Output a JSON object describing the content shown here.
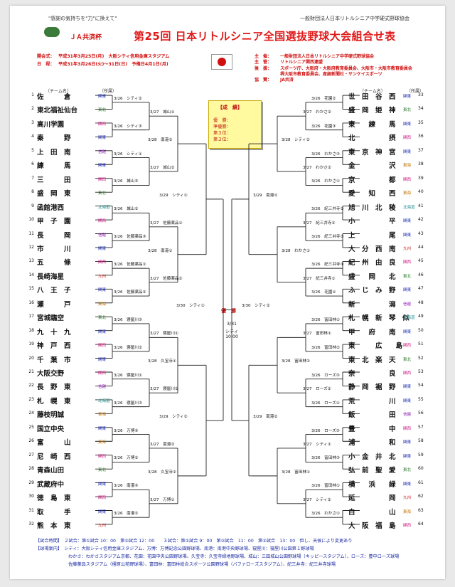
{
  "header": {
    "slogan": "\"感謝の気持ちを\"力\"に換えて\"",
    "org_top": "一般財団法人日本リトルシニア中学硬式野球協会",
    "sponsor_title": "ＪＡ共済杯",
    "main_title": "第25回 日本リトルシニア全国選抜野球大会組合せ表",
    "opening_label": "開会式：",
    "opening": "平成31年3月25日(月)　大阪シティ信用金庫スタジアム",
    "dates_label": "日　程：",
    "dates": "平成31年3月26日(火)～31日(日)　予備日4月1日(月)",
    "organizers": [
      {
        "label": "主　催：",
        "value": "一般財団法人日本リトルシニア中学硬式野球協会"
      },
      {
        "label": "主　管：",
        "value": "リトルシニア関西連盟"
      },
      {
        "label": "後　援：",
        "value": "スポーツ庁、大阪府・大阪府教育委員会、大阪市・大阪市教育委員会"
      },
      {
        "label": "",
        "value": "堺大阪市教育委員会、産経新聞社・サンケイスポーツ"
      },
      {
        "label": "協　賛：",
        "value": "JA共済"
      }
    ]
  },
  "columns": {
    "team_header": "（チーム名）",
    "region_header": "（所属）"
  },
  "result_box": {
    "title": "【成　績】",
    "lines": [
      "優　勝：",
      "準優勝：",
      "第３位：",
      "第３位："
    ]
  },
  "final": {
    "champion_label": "優　勝",
    "date": "3/31",
    "venue": "シティ",
    "time": "10:00"
  },
  "left_teams": [
    {
      "no": "1",
      "name": "佐　　　倉",
      "region": "関東"
    },
    {
      "no": "2",
      "name": "東北福祉仙台",
      "region": "東北"
    },
    {
      "no": "3",
      "name": "高川学園",
      "region": "関西"
    },
    {
      "no": "4",
      "name": "秦　　　野",
      "region": "関東"
    },
    {
      "no": "5",
      "name": "上　田　南",
      "region": "信越"
    },
    {
      "no": "6",
      "name": "練　　　馬",
      "region": "関東"
    },
    {
      "no": "7",
      "name": "三　　　田",
      "region": "関西"
    },
    {
      "no": "8",
      "name": "盛　岡　東",
      "region": "東北"
    },
    {
      "no": "9",
      "name": "函館港西",
      "region": "北海道"
    },
    {
      "no": "10",
      "name": "甲　子　園",
      "region": "関西"
    },
    {
      "no": "11",
      "name": "長　　　岡",
      "region": "信越"
    },
    {
      "no": "12",
      "name": "市　　　川",
      "region": "関東"
    },
    {
      "no": "13",
      "name": "五　　　條",
      "region": "関西"
    },
    {
      "no": "14",
      "name": "長崎海星",
      "region": "九州"
    },
    {
      "no": "15",
      "name": "八　王　子",
      "region": "関東"
    },
    {
      "no": "16",
      "name": "瀬　　　戸",
      "region": "東海"
    },
    {
      "no": "17",
      "name": "宮城臨空",
      "region": "東北"
    },
    {
      "no": "18",
      "name": "九　十　九",
      "region": "関東"
    },
    {
      "no": "19",
      "name": "神　戸　西",
      "region": "関西"
    },
    {
      "no": "20",
      "name": "千　葉　市",
      "region": "関東"
    },
    {
      "no": "21",
      "name": "大阪交野",
      "region": "関西"
    },
    {
      "no": "22",
      "name": "長　野　東",
      "region": "信越"
    },
    {
      "no": "23",
      "name": "札　幌　東",
      "region": "北海道"
    },
    {
      "no": "24",
      "name": "藤枝明誠",
      "region": "東海"
    },
    {
      "no": "25",
      "name": "国立中央",
      "region": "関東"
    },
    {
      "no": "26",
      "name": "富　　　山",
      "region": "東海"
    },
    {
      "no": "27",
      "name": "尼　崎　西",
      "region": "関西"
    },
    {
      "no": "28",
      "name": "青森山田",
      "region": "東北"
    },
    {
      "no": "29",
      "name": "武蔵府中",
      "region": "関東"
    },
    {
      "no": "30",
      "name": "徳　島　東",
      "region": "関西"
    },
    {
      "no": "31",
      "name": "取　　　手",
      "region": "関東"
    },
    {
      "no": "32",
      "name": "熊　本　東",
      "region": "九州"
    }
  ],
  "right_teams": [
    {
      "no": "33",
      "name": "世　田　谷　西",
      "region": "関東"
    },
    {
      "no": "34",
      "name": "盛　岡　姫　神",
      "region": "東北"
    },
    {
      "no": "35",
      "name": "東　　練　　馬",
      "region": "関東"
    },
    {
      "no": "36",
      "name": "北　　　　　摂",
      "region": "関西"
    },
    {
      "no": "37",
      "name": "東　京　神　宮",
      "region": "関東"
    },
    {
      "no": "38",
      "name": "金　　　　　沢",
      "region": "東海"
    },
    {
      "no": "39",
      "name": "京　　　　　都",
      "region": "関西"
    },
    {
      "no": "40",
      "name": "愛　　知　　西",
      "region": "東海"
    },
    {
      "no": "41",
      "name": "旭　川　北　稜",
      "region": "北海道"
    },
    {
      "no": "42",
      "name": "小　　　　　平",
      "region": "関東"
    },
    {
      "no": "43",
      "name": "上　　　　　尾",
      "region": "関東"
    },
    {
      "no": "44",
      "name": "大　分　西　南",
      "region": "九州"
    },
    {
      "no": "45",
      "name": "紀　州　由　良",
      "region": "関西"
    },
    {
      "no": "46",
      "name": "盛　　岡　　北",
      "region": "東北"
    },
    {
      "no": "47",
      "name": "ふ　じ　み　野",
      "region": "関東"
    },
    {
      "no": "48",
      "name": "新　　　　　潟",
      "region": "信越"
    },
    {
      "no": "49",
      "name": "札　幌　新　琴　似",
      "region": "北海道"
    },
    {
      "no": "50",
      "name": "甲　　府　　南",
      "region": "関東"
    },
    {
      "no": "51",
      "name": "東　　　広　　島",
      "region": "関西"
    },
    {
      "no": "52",
      "name": "東　北　楽　天",
      "region": "東北"
    },
    {
      "no": "53",
      "name": "奈　　　　　良",
      "region": "関西"
    },
    {
      "no": "54",
      "name": "静　岡　裾　野",
      "region": "関東"
    },
    {
      "no": "55",
      "name": "荒　　　　　川",
      "region": "関東"
    },
    {
      "no": "56",
      "name": "飯　　　　　田",
      "region": "信越"
    },
    {
      "no": "57",
      "name": "豊　　　　　中",
      "region": "関西"
    },
    {
      "no": "58",
      "name": "浦　　　　　和",
      "region": "関東"
    },
    {
      "no": "59",
      "name": "小　金　井　北",
      "region": "関東"
    },
    {
      "no": "60",
      "name": "弘　前　聖　愛",
      "region": "東北"
    },
    {
      "no": "61",
      "name": "横　　浜　　緑",
      "region": "関東"
    },
    {
      "no": "62",
      "name": "延　　　　　岡",
      "region": "九州"
    },
    {
      "no": "63",
      "name": "白　　　　　山",
      "region": "東海"
    },
    {
      "no": "64",
      "name": "大　阪　福　島",
      "region": "関西"
    }
  ],
  "left_r1": [
    "3/26　シティ②",
    "3/26　シティ③",
    "3/26　シティ①",
    "3/26　城山③",
    "3/26　城山②",
    "3/26　佐藤薬品③",
    "3/26　佐藤薬品①",
    "3/26　佐藤薬品②",
    "3/26　寝屋川③",
    "3/26　寝屋川②",
    "3/26　寝屋川①",
    "3/26　寝屋川③",
    "3/26　万博③",
    "3/26　万博②",
    "3/26　南港③",
    "3/26　南港②"
  ],
  "left_r2": [
    "3/27　城山①",
    "3/27　城山②",
    "3/27　佐藤薬品①",
    "3/27　佐藤薬品②",
    "3/27　寝屋川①",
    "3/27　寝屋川②",
    "3/27　南港②",
    "3/27　万博①"
  ],
  "left_r3": [
    "3/28　南港②",
    "3/28　南港①",
    "3/28　久宝寺①",
    "3/28　久宝寺②"
  ],
  "left_r4": [
    "3/29　シティ①",
    "3/29　シティ②"
  ],
  "left_r5": "3/30　シティ①",
  "right_r1": [
    "3/26　花園②",
    "3/26　花園③",
    "3/26　わかさ③",
    "3/26　わかさ①",
    "3/26　紀三井寺②",
    "3/26　紀三井寺③",
    "3/26　紀三井寺①",
    "3/26　花園①",
    "3/26　富田林①",
    "3/26　富田林②",
    "3/26　ローズ③",
    "3/26　ローズ①",
    "3/26　ローズ③",
    "3/26　富田林③",
    "3/26　富田林①",
    "3/26　わかさ①"
  ],
  "right_r2": [
    "3/27　わかさ②",
    "3/27　わかさ②",
    "3/27　紀三井寺②",
    "3/27　紀三井寺①",
    "3/27　富田林①",
    "3/27　ローズ②",
    "3/27　シティ①",
    "3/27　シティ②"
  ],
  "right_r3": [
    "3/28　シティ②",
    "3/28　わかさ①",
    "3/28　富田林②",
    "3/28　富田林①"
  ],
  "right_r4": [
    "3/29　南港①",
    "3/29　南港②"
  ],
  "right_r5": "3/30　シティ②",
  "footer": [
    "【試合時間】　２試合：第①試合 10：00　第②試合 12：00　　３試合：第①試合 9：00　第②試合　11：00　第③試合　13：00　但し、天候により変更あり",
    "【球場案内】　シティ：大阪シティ信用金庫スタジアム、万博：万博記念公園野球場、南港：南港中央野球場、寝屋川：寝屋川公園第１野球場",
    "わかさ：わかさスタジアム京都、花園：花園中央公園野球場、久宝寺：久宝寺緑地野球場、城山：三田城山公園野球場（キッピースタジアム）、ローズ：豊中ローズ球場",
    "佐藤薬品スタジアム（橿原公苑野球場）、富田林：富田林総合スポーツ公園野球場（バファローズスタジアム）、紀三井寺：紀三井寺球場"
  ],
  "colors": {
    "title_red": "#e01a1a",
    "info_red": "#d01010",
    "kanto": "#1a2ab0",
    "tohoku": "#2a7a2a",
    "kansai": "#d01080",
    "shinetsu": "#8a1ab0",
    "tokai": "#c07000",
    "hokkaido": "#1a8a8a",
    "kyushu": "#d01010",
    "footer_blue": "#1a2aa0"
  }
}
